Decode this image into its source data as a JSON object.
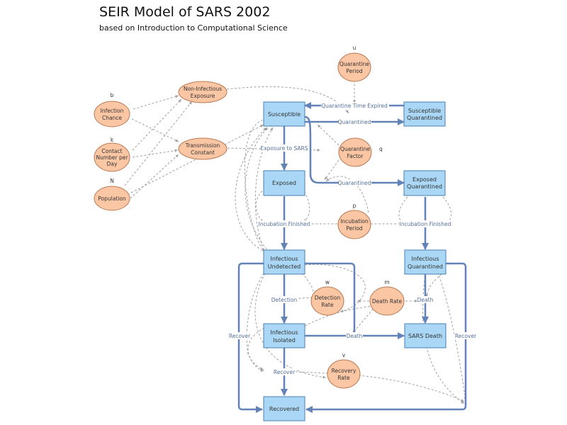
{
  "header": {
    "title": "SEIR Model of SARS 2002",
    "subtitle": "based on Introduction to Computational Science"
  },
  "stocks": {
    "susceptible": [
      "Susceptible"
    ],
    "susceptible_quarantined": [
      "Susceptible",
      "Quarantined"
    ],
    "exposed": [
      "Exposed"
    ],
    "exposed_quarantined": [
      "Exposed",
      "Quarantined"
    ],
    "infectious_undetected": [
      "Infectious",
      "Undetected"
    ],
    "infectious_quarantined": [
      "Infectious",
      "Quarantined"
    ],
    "infectious_isolated": [
      "Infectious",
      "Isolated"
    ],
    "sars_death": [
      "SARS Death"
    ],
    "recovered": [
      "Recovered"
    ]
  },
  "auxiliaries": {
    "quarantine_period": {
      "param": "u",
      "lines": [
        "Quarantine",
        "Period"
      ]
    },
    "non_infectious_exposure": {
      "param": "",
      "lines": [
        "Non-Infectious",
        "Exposure"
      ]
    },
    "infection_chance": {
      "param": "b",
      "lines": [
        "Infection",
        "Chance"
      ]
    },
    "contact_number": {
      "param": "k",
      "lines": [
        "Contact",
        "Number per",
        "Day"
      ]
    },
    "transmission_constant": {
      "param": "",
      "lines": [
        "Transmission",
        "Constant"
      ]
    },
    "population": {
      "param": "N",
      "lines": [
        "Population"
      ]
    },
    "quarantine_factor": {
      "param": "q",
      "lines": [
        "Quarantine",
        "Factor"
      ]
    },
    "incubation_period": {
      "param": "p",
      "lines": [
        "Incubation",
        "Period"
      ]
    },
    "detection_rate": {
      "param": "w",
      "lines": [
        "Detection",
        "Rate"
      ]
    },
    "death_rate": {
      "param": "m",
      "lines": [
        "Death Rate"
      ]
    },
    "recovery_rate": {
      "param": "v",
      "lines": [
        "Recovery",
        "Rate"
      ]
    }
  },
  "flows": {
    "quarantine_time_expired": "Quarantine Time Expired",
    "quarantined_susceptible": "Quarantined",
    "exposure_to_sars": "Exposure to SARS",
    "quarantined_exposed": "Quarantined",
    "incubation_finished_left": "Incubation Finished",
    "incubation_finished_right": "Incubation Finished",
    "detection": "Detection",
    "death_quarantined": "Death",
    "death_isolated": "Death",
    "recover_left": "Recover",
    "recover_isolated": "Recover",
    "recover_right": "Recover"
  }
}
